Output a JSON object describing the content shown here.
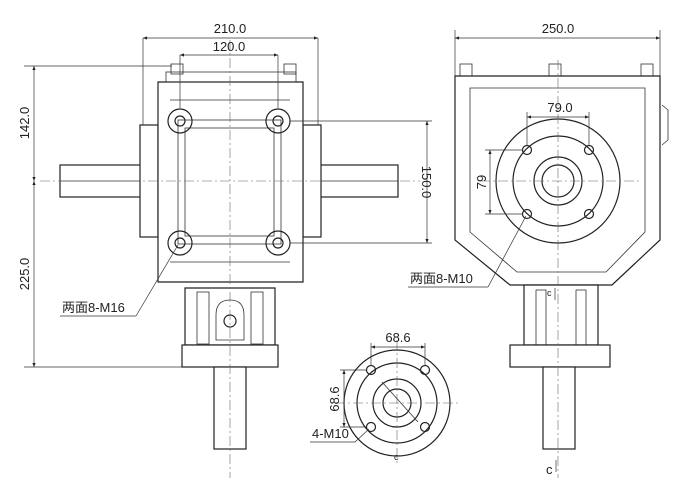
{
  "dimensions": {
    "front_width": "210.0",
    "front_bolt_spacing": "120.0",
    "front_top_height": "142.0",
    "front_bottom_height": "225.0",
    "front_bolt_vertical": "150.0",
    "side_width": "250.0",
    "side_bolt_horizontal": "79.0",
    "side_bolt_vertical": "79",
    "flange_horizontal": "68.6",
    "flange_vertical": "68.6"
  },
  "callouts": {
    "front_thread": "两面8-M16",
    "side_thread": "两面8-M10",
    "flange_thread": "4-M10"
  },
  "markers": {
    "section_mark_small": "c",
    "section_mark_side_top": "c",
    "section_mark_side_bottom": "c"
  }
}
